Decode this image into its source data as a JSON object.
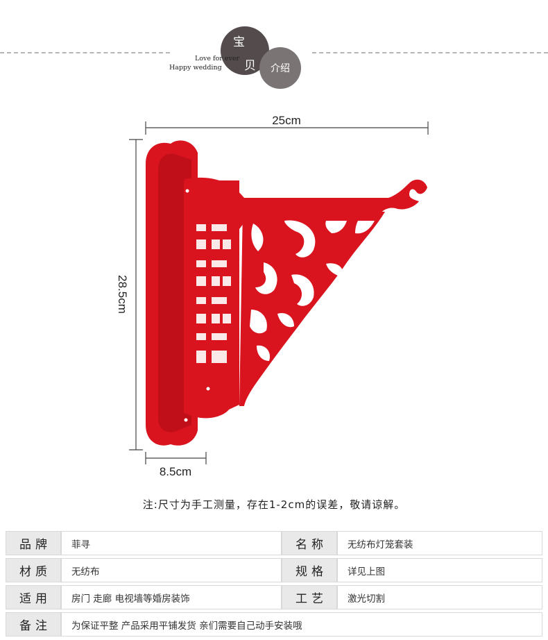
{
  "header": {
    "circle_big": [
      "宝",
      "贝"
    ],
    "circle_small": "介绍",
    "slogan_line1": "Love for ever",
    "slogan_line2": "Happy wedding"
  },
  "dimensions": {
    "width": "25cm",
    "height": "28.5cm",
    "depth": "8.5cm"
  },
  "product": {
    "color": "#d9141f"
  },
  "note": "注:尺寸为手工测量，存在1-2cm的误差，敬请谅解。",
  "spec": [
    {
      "label": "品牌",
      "value": "菲寻",
      "label2": "名称",
      "value2": "无纺布灯笼套装"
    },
    {
      "label": "材质",
      "value": "无纺布",
      "label2": "规格",
      "value2": "详见上图"
    },
    {
      "label": "适用",
      "value": "房门 走廊 电视墙等婚房装饰",
      "label2": "工艺",
      "value2": "激光切割"
    },
    {
      "label": "备注",
      "value": "为保证平整 产品采用平铺发货 亲们需要自己动手安装哦"
    }
  ]
}
